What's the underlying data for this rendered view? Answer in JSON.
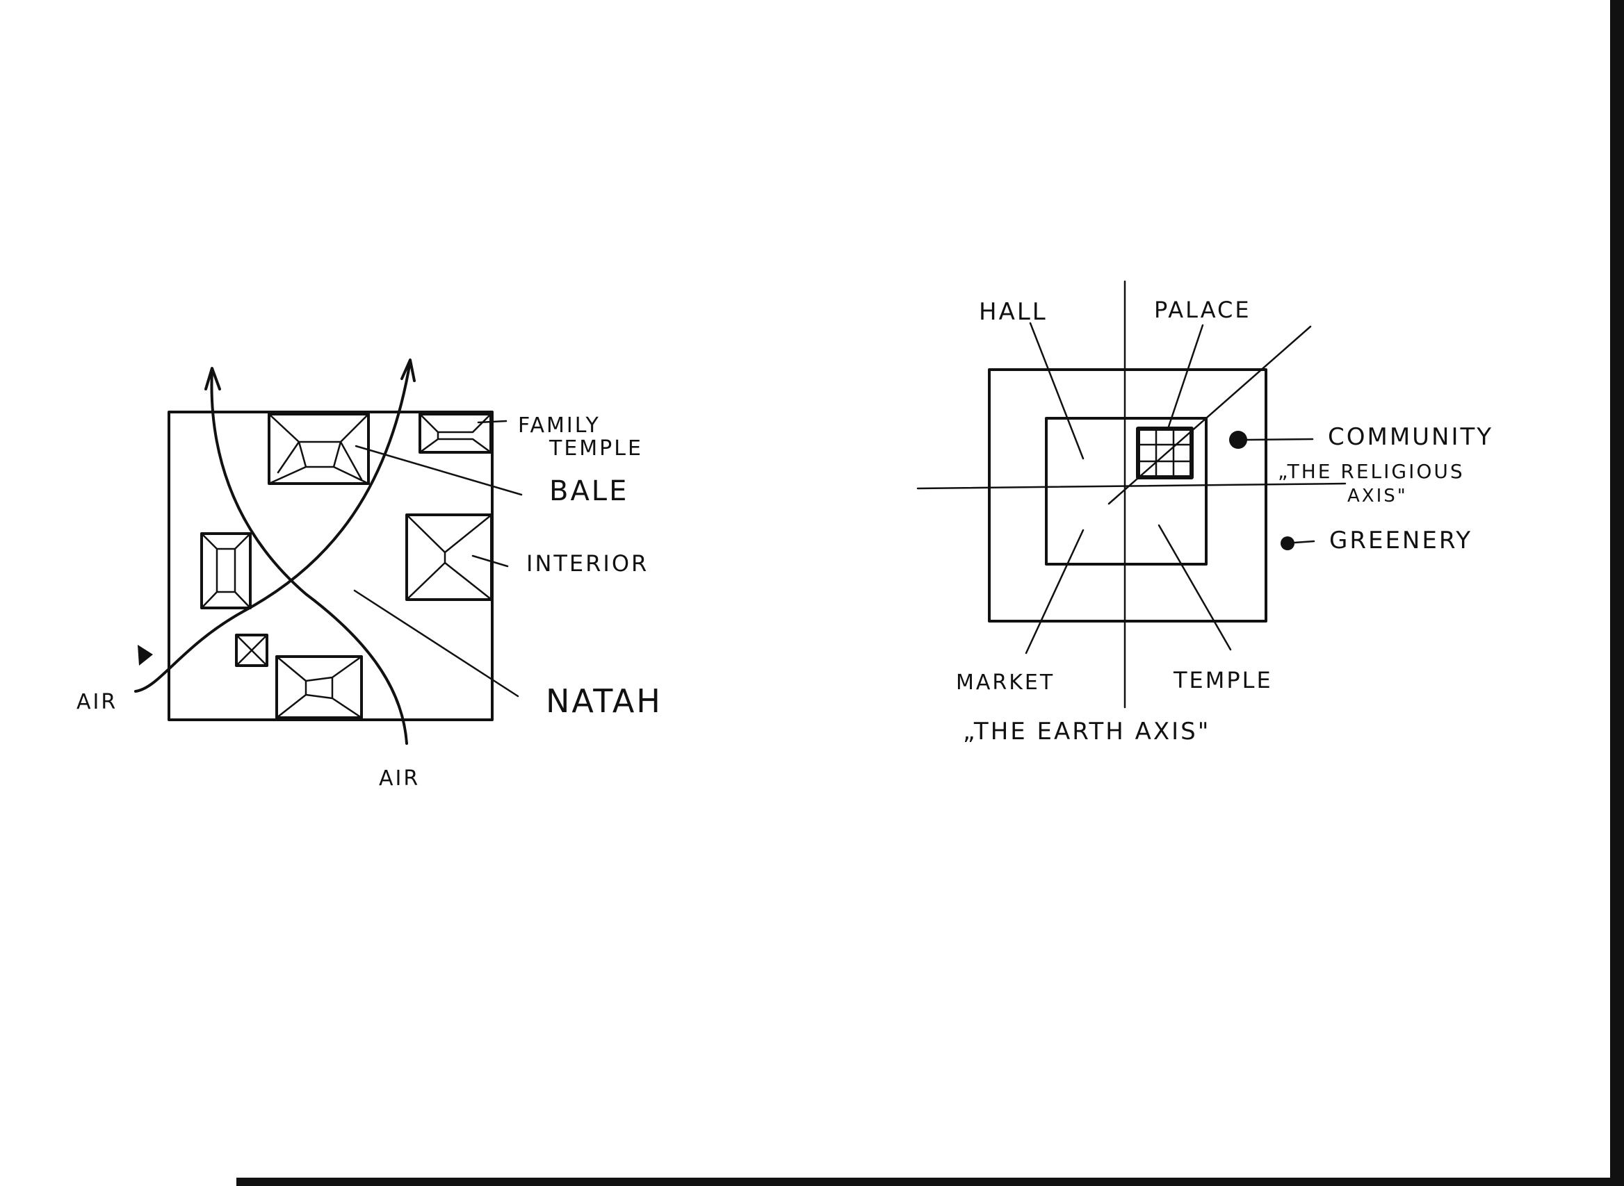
{
  "left_diagram": {
    "labels": {
      "family_temple_line1": "FAMILY",
      "family_temple_line2": "TEMPLE",
      "bale": "BALE",
      "interior": "INTERIOR",
      "natah": "NATAH",
      "air_left": "AIR",
      "air_bottom": "AIR"
    }
  },
  "right_diagram": {
    "labels": {
      "hall": "HALL",
      "palace": "PALACE",
      "community": "COMMUNITY",
      "religious_axis_line1": "„THE RELIGIOUS",
      "religious_axis_line2": "AXIS\"",
      "greenery": "GREENERY",
      "market": "MARKET",
      "temple": "TEMPLE",
      "earth_axis": "„THE EARTH AXIS\""
    }
  },
  "colors": {
    "ink": "#111111",
    "paper": "#ffffff"
  }
}
